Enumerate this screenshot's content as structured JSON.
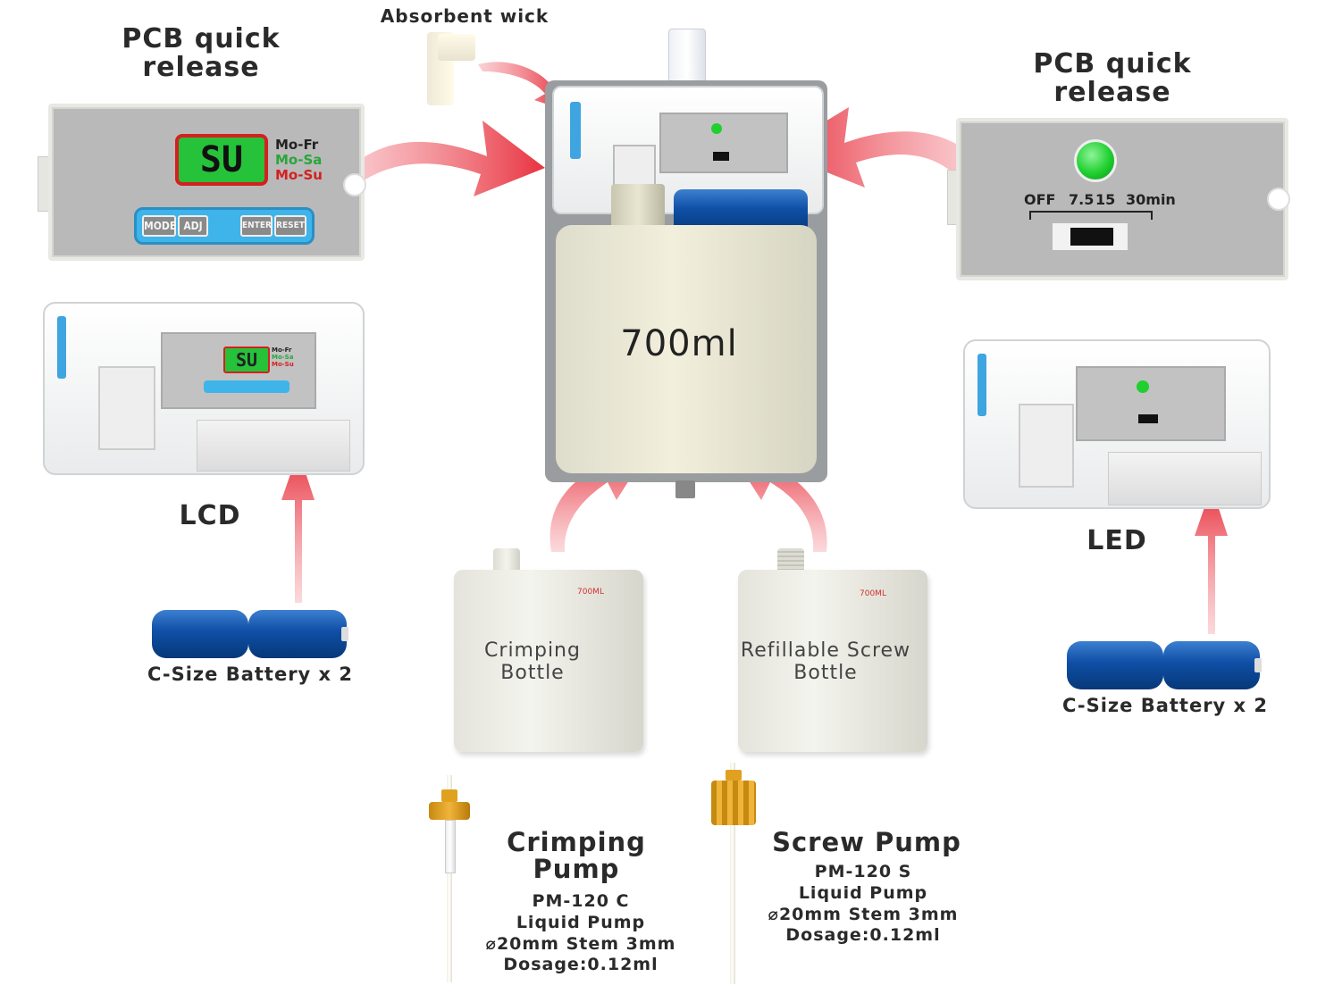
{
  "labels": {
    "pcb_left": "PCB quick\nrelease",
    "pcb_right": "PCB quick\nrelease",
    "wick": "Absorbent wick",
    "lcd": "LCD",
    "led": "LED",
    "battery_left": "C-Size Battery x 2",
    "battery_right": "C-Size Battery x 2",
    "capacity": "700ml"
  },
  "lcd_panel": {
    "display": "SU",
    "modes": [
      "Mo-Fr",
      "Mo-Sa",
      "Mo-Su"
    ],
    "mode_colors": [
      "#222222",
      "#2aa53a",
      "#d42020"
    ],
    "buttons": [
      "MODE",
      "ADJ",
      "ENTER",
      "RESET"
    ]
  },
  "led_panel": {
    "settings": [
      "OFF",
      "7.5",
      "15",
      "30min"
    ],
    "led_color": "#1fd02f"
  },
  "bottles": [
    {
      "name": "Crimping\nBottle",
      "mark": "700ML"
    },
    {
      "name": "Refillable Screw\nBottle",
      "mark": "700ML"
    }
  ],
  "pumps": [
    {
      "title": "Crimping\nPump",
      "model": "PM-120 C",
      "type": "Liquid Pump",
      "size": "⌀20mm Stem 3mm",
      "dosage": "Dosage:0.12ml"
    },
    {
      "title": "Screw Pump",
      "model": "PM-120 S",
      "type": "Liquid Pump",
      "size": "⌀20mm Stem 3mm",
      "dosage": "Dosage:0.12ml"
    }
  ],
  "colors": {
    "arrow": "#e8323f",
    "panel": "#b9b9b9",
    "accent_blue": "#3fb4ea",
    "battery": "#0e4fa6",
    "pump_cap": "#e0a020"
  }
}
